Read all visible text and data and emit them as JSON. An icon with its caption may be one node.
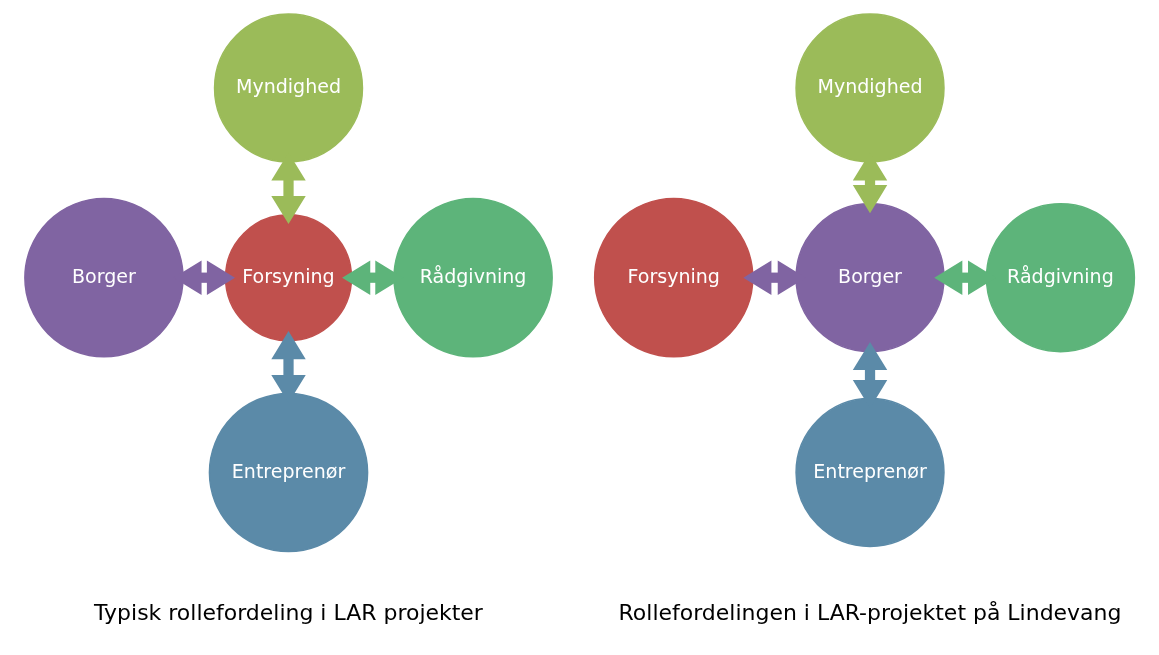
{
  "diagram": {
    "nodes": [
      {
        "text": [
          "Myndighed"
        ]
      },
      {
        "text": [
          "Borger"
        ]
      },
      {
        "text": [
          "Forsyning"
        ]
      },
      {
        "text": [
          "Rådgivning"
        ]
      },
      {
        "text": [
          "Entreprenør"
        ]
      },
      {
        "text": [
          "Myndighed"
        ]
      },
      {
        "text": [
          "Forsyning"
        ]
      },
      {
        "text": [
          "Borger"
        ]
      },
      {
        "text": [
          "Rådgivning"
        ]
      },
      {
        "text": [
          "Entreprenør"
        ]
      }
    ],
    "edges": [
      {
        "from": 0,
        "to": 2,
        "arrow": "both",
        "color": "#9bbb59"
      },
      {
        "from": 1,
        "to": 2,
        "arrow": "both",
        "color": "#8064a2"
      },
      {
        "from": 2,
        "to": 3,
        "arrow": "both",
        "color": "#5db47a"
      },
      {
        "from": 2,
        "to": 4,
        "arrow": "both",
        "color": "#5b8aa8"
      },
      {
        "from": 5,
        "to": 7,
        "arrow": "both",
        "color": "#9bbb59"
      },
      {
        "from": 6,
        "to": 7,
        "arrow": "both",
        "color": "#8064a2"
      },
      {
        "from": 7,
        "to": 8,
        "arrow": "both",
        "color": "#5db47a"
      },
      {
        "from": 7,
        "to": 9,
        "arrow": "both",
        "color": "#5b8aa8"
      }
    ],
    "labels": [
      "Typisk rollefordeling i LAR projekter",
      "Rollefordelingen i LAR-projektet på Lindevang"
    ]
  }
}
